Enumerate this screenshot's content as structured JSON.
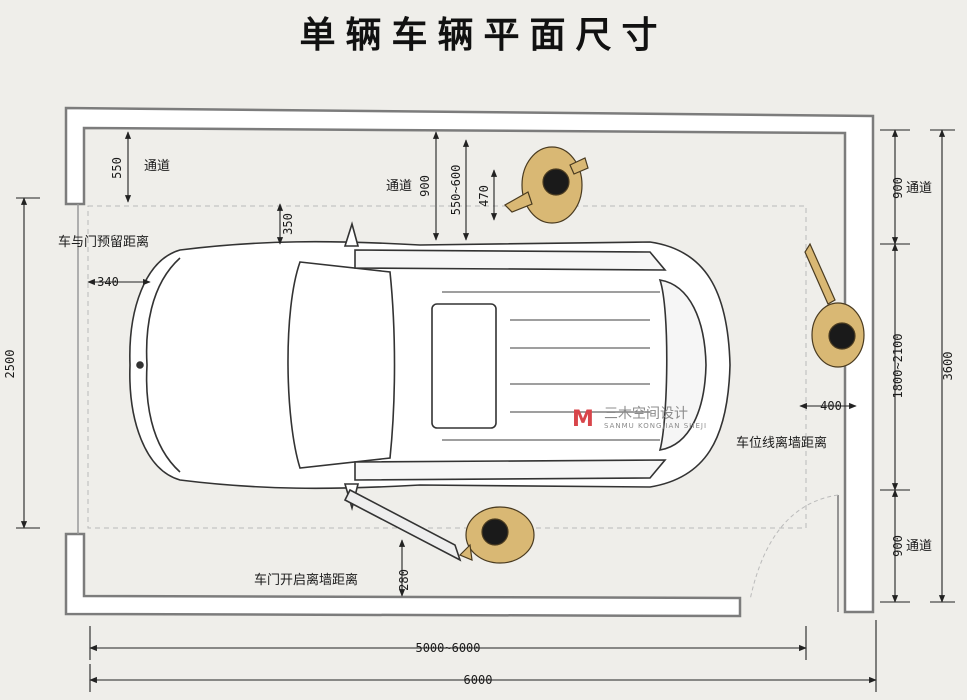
{
  "title": "单辆车辆平面尺寸",
  "labels": {
    "aisle_top_left": "通道",
    "aisle_top_mid": "通道",
    "aisle_right_top": "通道",
    "aisle_right_bottom": "通道",
    "car_door_gap": "车与门预留距离",
    "lot_line_wall": "车位线离墙距离",
    "door_open_wall": "车门开启离墙距离"
  },
  "dimensions": {
    "d550": "550",
    "d900_top": "900",
    "d550_600": "550~600",
    "d470": "470",
    "d350": "350",
    "d340": "340",
    "d2500": "2500",
    "d900_right_top": "900",
    "d1800_2100": "1800~2100",
    "d3600": "3600",
    "d900_right_bottom": "900",
    "d400": "400",
    "d280": "280",
    "d5000_6000": "5000~6000",
    "d6000": "6000"
  },
  "watermark": {
    "logo": "M",
    "name": "三木空间设计",
    "pinyin": "SANMU KONGJIAN SHEJI"
  },
  "colors": {
    "wall": "#7c7c7c",
    "line": "#222222",
    "person": "#d9b874",
    "logo": "#d8454a"
  }
}
